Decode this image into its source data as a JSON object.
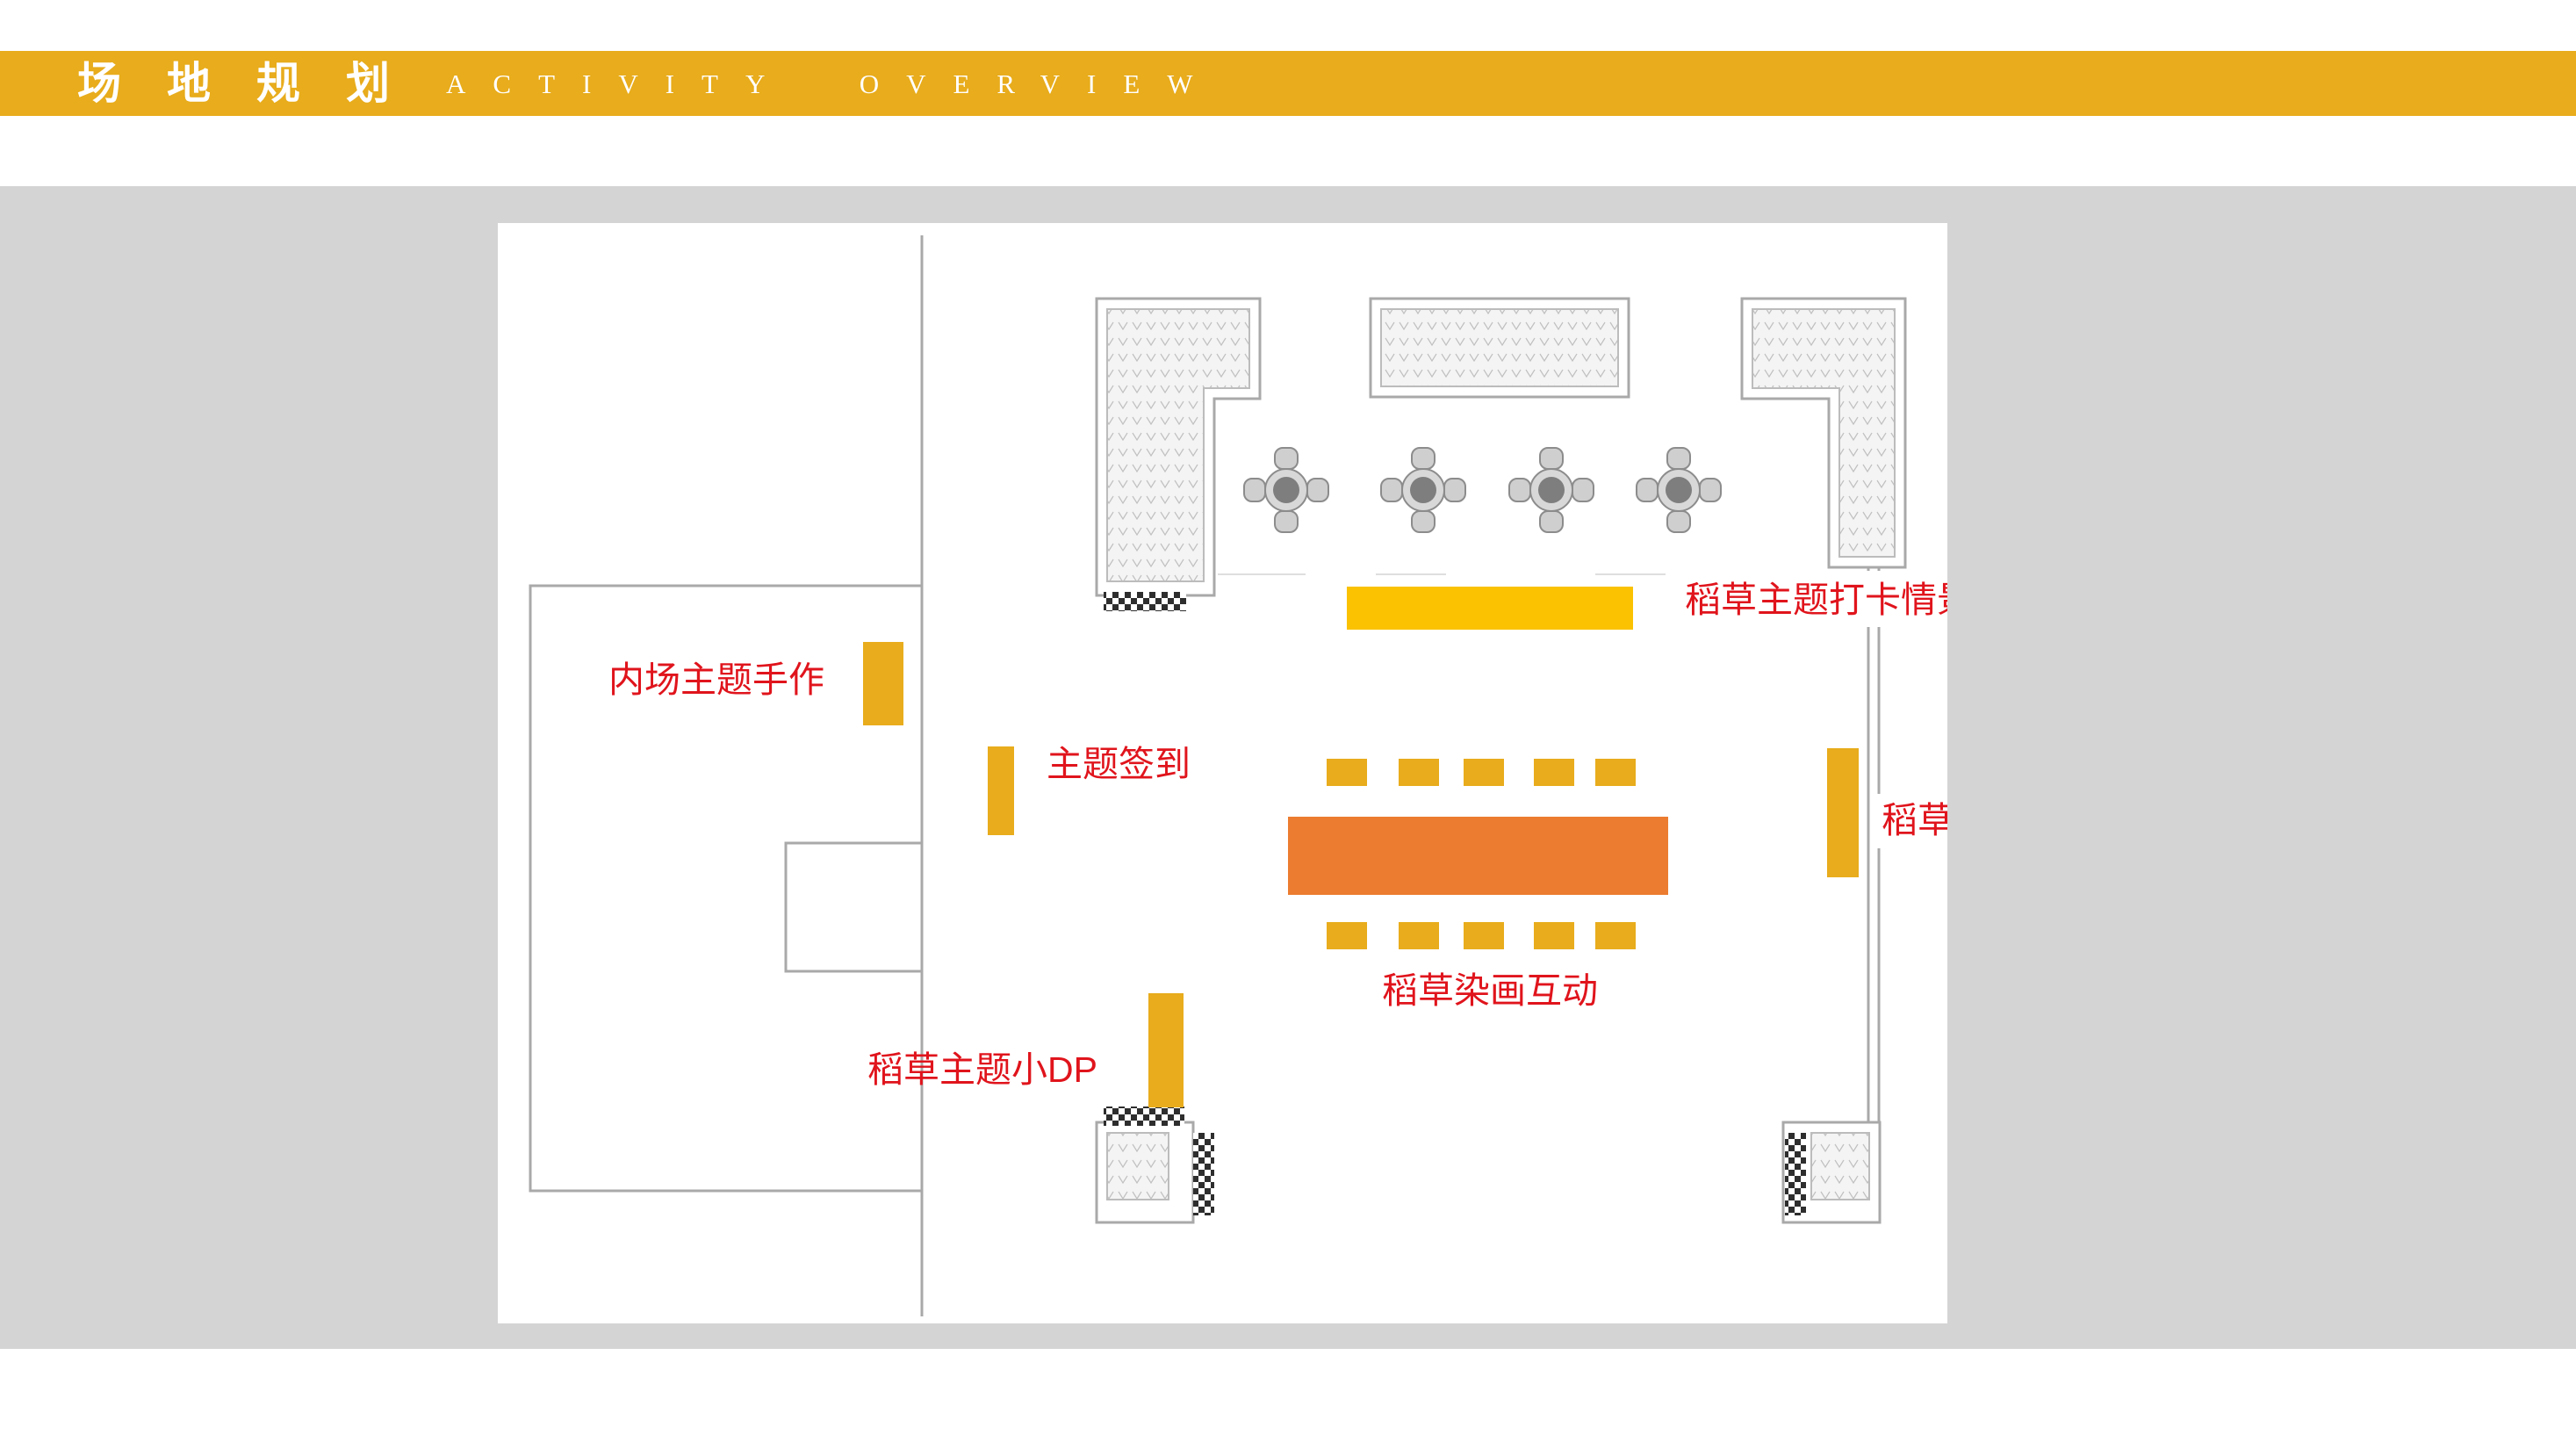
{
  "header": {
    "title_cn": "场地规划",
    "title_en": "ACTIVITY  OVERVIEW",
    "accent_color": "#e8ac1c"
  },
  "floor_plan": {
    "labels": {
      "indoor_handcraft": "内场主题手作",
      "theme_signin": "主题签到",
      "checkin_scene": "稻草主题打卡情景",
      "dp_right": "稻草主题小DP",
      "dp_left": "稻草主题小DP",
      "dye_painting": "稻草染画互动"
    },
    "colors": {
      "booth": "#e8ac1c",
      "checkin_bar": "#fac200",
      "main_table": "#ec7c30",
      "label_text": "#e0141c",
      "wall": "#a9a9a9",
      "background": "#d4d4d4"
    },
    "icons": [
      "planter-icon",
      "round-table-icon",
      "checker-pattern-icon"
    ]
  }
}
